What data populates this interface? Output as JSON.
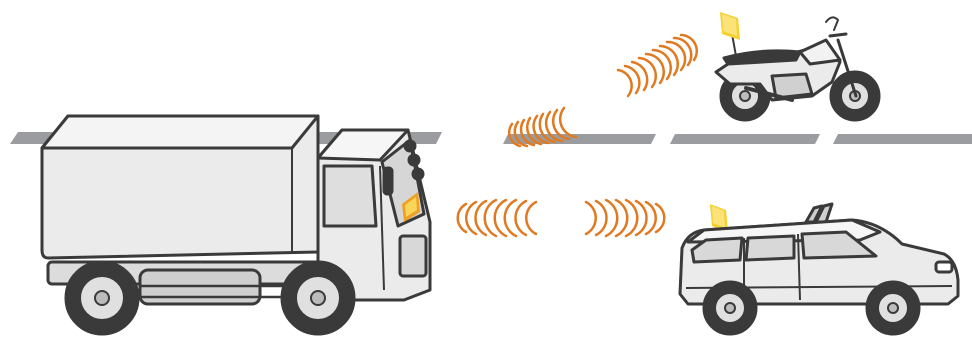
{
  "scene": {
    "vehicles": [
      {
        "name": "truck",
        "has_tag": true
      },
      {
        "name": "motorcycle",
        "has_tag": true
      },
      {
        "name": "suv",
        "has_tag": true
      }
    ],
    "signals": [
      {
        "from": "truck",
        "to": "motorcycle"
      },
      {
        "from": "truck",
        "to": "suv"
      }
    ],
    "colors": {
      "background": "#ffffff",
      "road": "#9a9c9f",
      "vehicle_body": "#ebebeb",
      "vehicle_shade": "#d2d2d2",
      "outline": "#3a3a3a",
      "tag_yellow": "#f6d12b",
      "tag_orange": "#f0a020",
      "signal_wave": "#e07a22"
    }
  }
}
